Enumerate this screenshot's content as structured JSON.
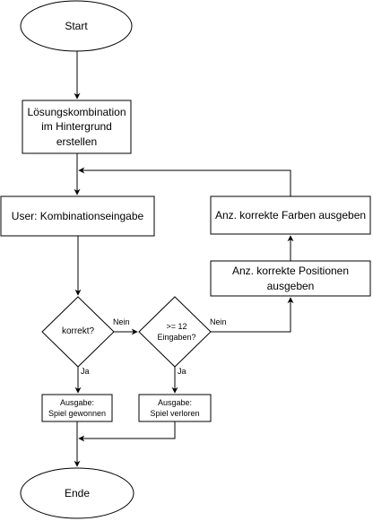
{
  "nodes": {
    "start": "Start",
    "create_solution": "Lösungskombination\nim Hintergrund\nerstellen",
    "user_input": "User: Kombinationseingabe",
    "correct_decision": "korrekt?",
    "attempts_decision": ">= 12\nEingaben?",
    "output_won": "Ausgabe:\nSpiel gewonnen",
    "output_lost": "Ausgabe:\nSpiel verloren",
    "correct_positions": "Anz. korrekte Positionen\nausgeben",
    "correct_colors": "Anz. korrekte Farben ausgeben",
    "end": "Ende"
  },
  "edge_labels": {
    "correct_no": "Nein",
    "correct_yes": "Ja",
    "attempts_no": "Nein",
    "attempts_yes": "Ja"
  },
  "colors": {
    "stroke": "#000000",
    "fill": "#ffffff"
  }
}
